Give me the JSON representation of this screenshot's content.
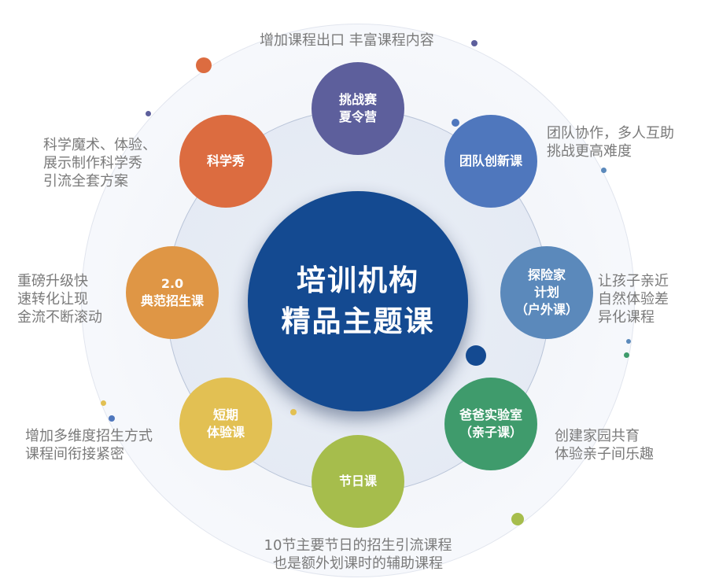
{
  "center": {
    "line1": "培训机构",
    "line2": "精品主题课",
    "color": "#144a91"
  },
  "nodes": [
    {
      "id": "challenge",
      "lines": [
        "挑战赛",
        "夏令营"
      ],
      "color": "#5d5f9c",
      "desc": [
        "增加课程出口  丰富课程内容"
      ]
    },
    {
      "id": "team",
      "lines": [
        "团队创新课"
      ],
      "color": "#4f77bd",
      "desc": [
        "团队协作，多人互助",
        "挑战更高难度"
      ]
    },
    {
      "id": "explorer",
      "lines": [
        "探险家",
        "计划",
        "（户外课）"
      ],
      "color": "#5b89bb",
      "desc": [
        "让孩子亲近",
        "自然体验差",
        "异化课程"
      ]
    },
    {
      "id": "dad-lab",
      "lines": [
        "爸爸实验室",
        "（亲子课）"
      ],
      "color": "#3f9b6c",
      "desc": [
        "创建家园共育",
        "体验亲子间乐趣"
      ]
    },
    {
      "id": "holiday",
      "lines": [
        "节日课"
      ],
      "color": "#a6bd4c",
      "desc": [
        "10节主要节日的招生引流课程",
        "也是额外划课时的辅助课程"
      ]
    },
    {
      "id": "short-trial",
      "lines": [
        "短期",
        "体验课"
      ],
      "color": "#e2c053",
      "desc": [
        "增加多维度招生方式",
        "课程间衔接紧密"
      ]
    },
    {
      "id": "enrollment",
      "lines": [
        "2.0",
        "典范招生课"
      ],
      "color": "#df9645",
      "desc": [
        "重磅升级快",
        "速转化让现",
        "金流不断滚动"
      ]
    },
    {
      "id": "science-show",
      "lines": [
        "科学秀"
      ],
      "color": "#dc6c40",
      "desc": [
        "科学魔术、体验、",
        "展示制作科学秀",
        "引流全套方案"
      ]
    }
  ],
  "colors": {
    "text_gray": "#7a7a7a",
    "ring_border": "#b9c4d8"
  }
}
